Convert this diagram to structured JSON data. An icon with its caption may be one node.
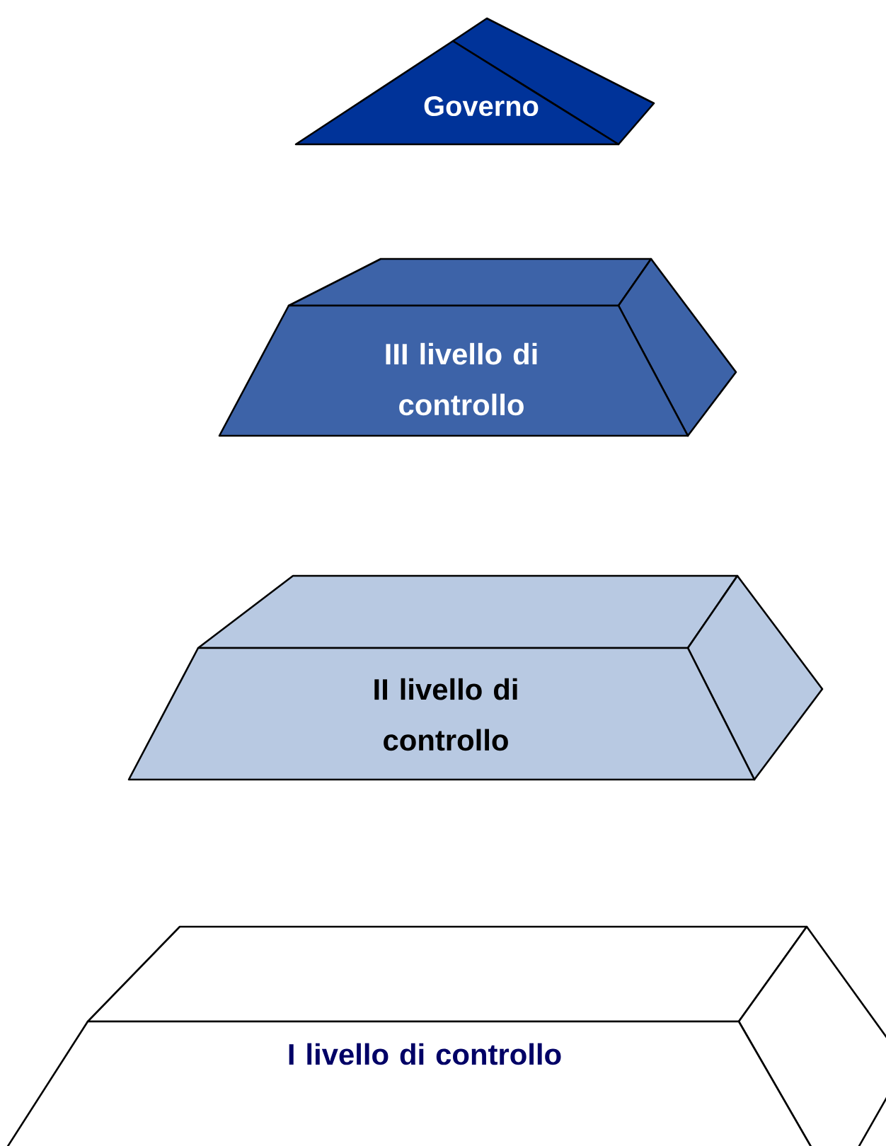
{
  "diagram": {
    "nodes": [
      {
        "text": [
          "Governo"
        ]
      },
      {
        "text": [
          "III livello di controllo"
        ]
      },
      {
        "text": [
          "II livello di controllo"
        ]
      },
      {
        "text": [
          "I livello di controllo"
        ]
      }
    ]
  }
}
